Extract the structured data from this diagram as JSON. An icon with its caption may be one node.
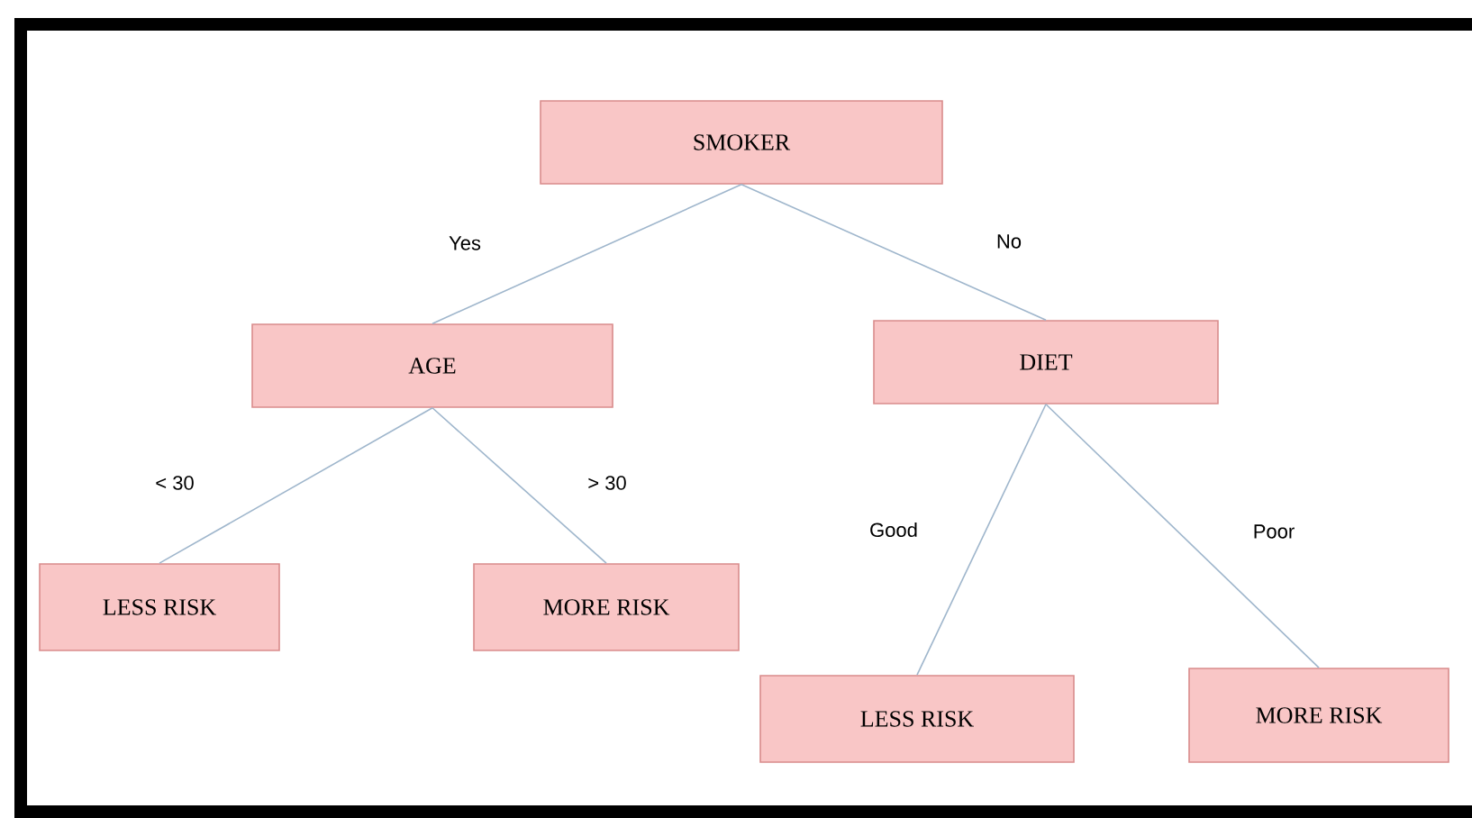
{
  "diagram": {
    "nodes": [
      {
        "text": [
          "SMOKER"
        ]
      },
      {
        "text": [
          "AGE"
        ]
      },
      {
        "text": [
          "DIET"
        ]
      },
      {
        "text": [
          "LESS RISK"
        ]
      },
      {
        "text": [
          "MORE RISK"
        ]
      },
      {
        "text": [
          "LESS RISK"
        ]
      },
      {
        "text": [
          "MORE RISK"
        ]
      }
    ],
    "edges": [
      {
        "from": 0,
        "to": 1,
        "arrow": "none",
        "label": "Yes"
      },
      {
        "from": 0,
        "to": 2,
        "arrow": "none",
        "label": "No"
      },
      {
        "from": 1,
        "to": 3,
        "arrow": "none",
        "label": "< 30"
      },
      {
        "from": 1,
        "to": 4,
        "arrow": "none",
        "label": "> 30"
      },
      {
        "from": 2,
        "to": 5,
        "arrow": "none",
        "label": "Good"
      },
      {
        "from": 2,
        "to": 6,
        "arrow": "none",
        "label": "Poor"
      }
    ]
  }
}
